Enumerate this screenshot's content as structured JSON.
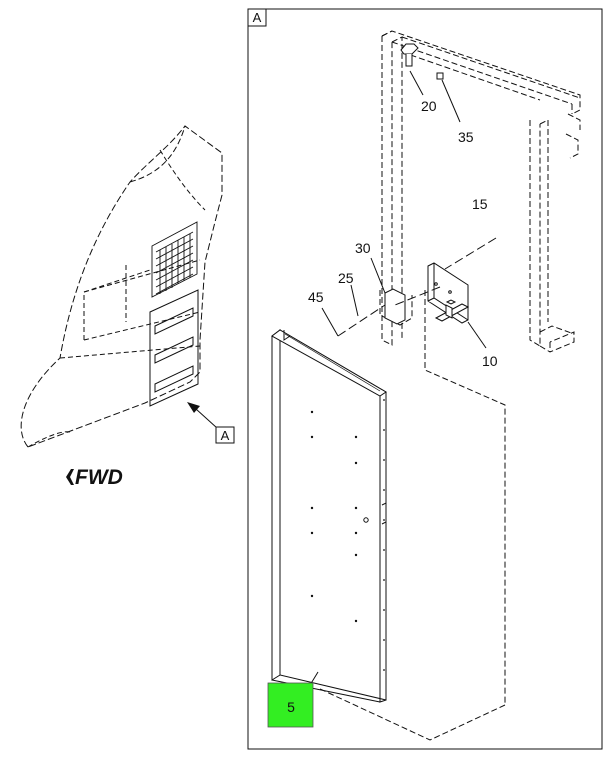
{
  "detail_label": "A",
  "locator_label": "A",
  "fwd_label": "FWD",
  "highlight_color": "#33ee22",
  "callouts": {
    "c5": "5",
    "c10": "10",
    "c15": "15",
    "c20": "20",
    "c25": "25",
    "c30": "30",
    "c35": "35",
    "c45": "45"
  }
}
